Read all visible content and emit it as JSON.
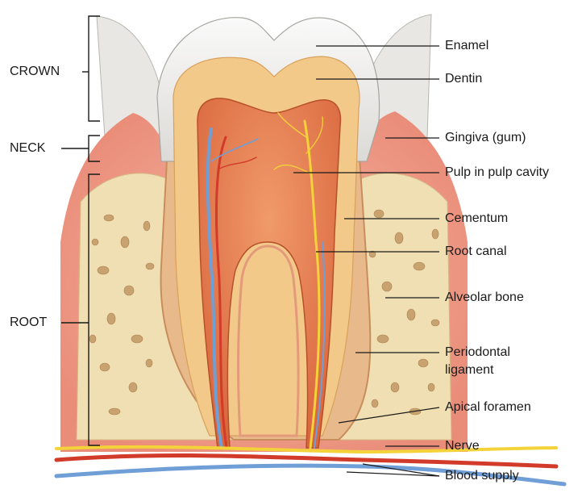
{
  "regions": {
    "crown": "CROWN",
    "neck": "NECK",
    "root": "ROOT"
  },
  "labels": {
    "enamel": "Enamel",
    "dentin": "Dentin",
    "gingiva": "Gingiva (gum)",
    "pulp": "Pulp in pulp cavity",
    "cementum": "Cementum",
    "root_canal": "Root canal",
    "alveolar_bone": "Alveolar bone",
    "periodontal_line1": "Periodontal",
    "periodontal_line2": "ligament",
    "apical_foramen": "Apical foramen",
    "nerve": "Nerve",
    "blood_supply": "Blood supply"
  },
  "colors": {
    "enamel": "#eceae6",
    "dentin": "#f3c98a",
    "pulp": "#e0764a",
    "gingiva": "#f0a090",
    "bone": "#f1dfb4",
    "bone_spots": "#c9a36f",
    "nerve": "#f3d23a",
    "artery": "#d23a2a",
    "vein": "#6f9fd6"
  }
}
